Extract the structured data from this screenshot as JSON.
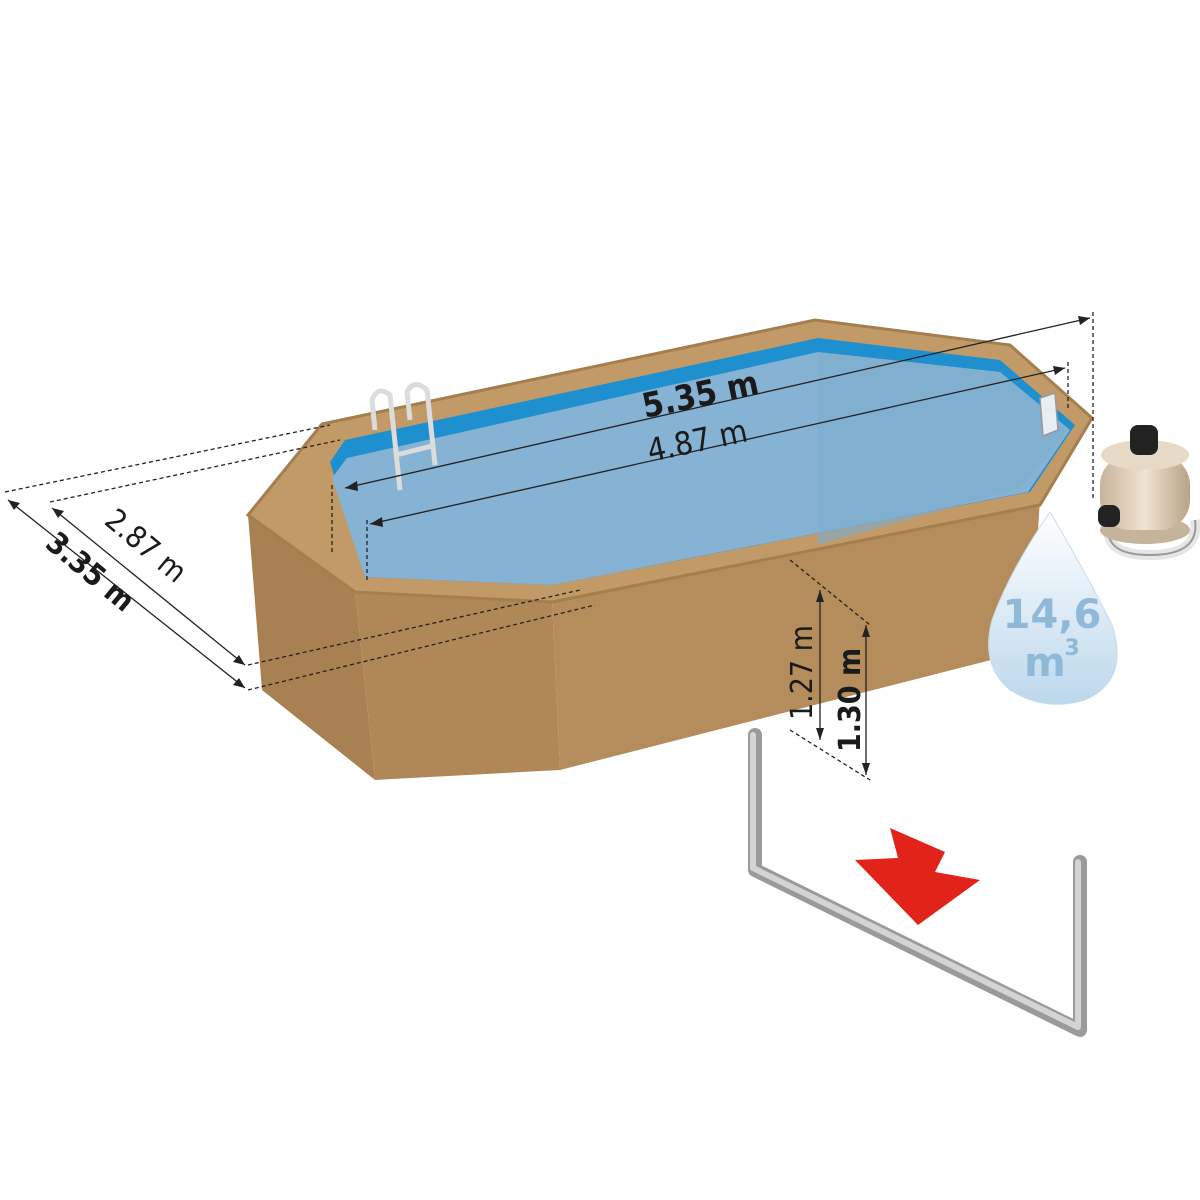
{
  "dimensions": {
    "outer_length": "5.35 m",
    "inner_length": "4.87 m",
    "inner_width": "2.87 m",
    "outer_width": "3.35 m",
    "water_height": "1.27 m",
    "wall_height": "1.30 m"
  },
  "volume": {
    "value": "14,6",
    "unit": "m",
    "exponent": "3"
  },
  "colors": {
    "wood": "#b48c5c",
    "wood_dark": "#a07a4c",
    "rim": "#c19a68",
    "water": "#86b3d3",
    "liner": "#1e8fcf",
    "arrow": "#e2231a",
    "pipe": "#b8b8b8",
    "drop": "#d2e5f2"
  }
}
